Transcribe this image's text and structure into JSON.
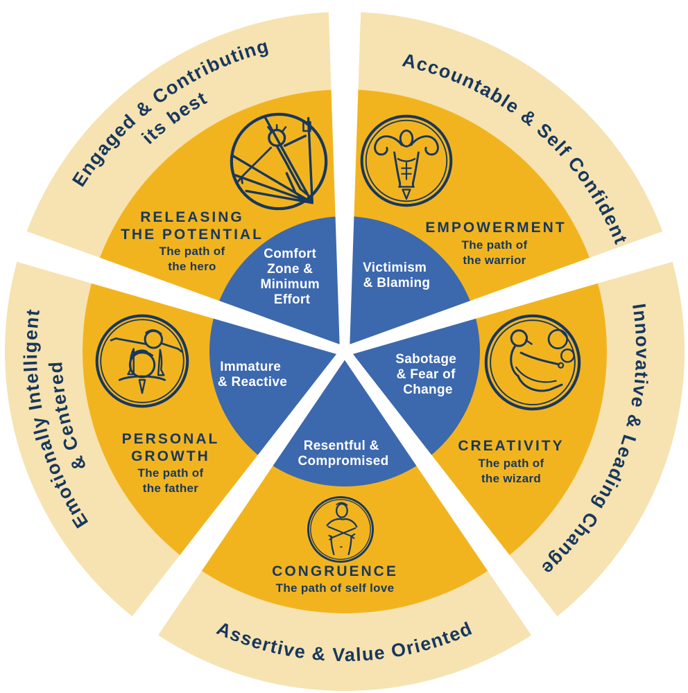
{
  "title": "Five paths leadership development wheel",
  "colors": {
    "cream": "#F6E3B1",
    "yellow": "#F2B41E",
    "blue": "#3C68AE",
    "navy": "#17375E",
    "white": "#FFFFFF"
  },
  "sectors": {
    "hero": {
      "outer_label_line1": "Engaged & Contributing",
      "outer_label_line2": "its best",
      "title_line1": "RELEASING",
      "title_line2": "THE POTENTIAL",
      "sub_line1": "The path of",
      "sub_line2": "the hero",
      "icon": "hero-zipline-icon",
      "inner_line1": "Comfort",
      "inner_line2": "Zone &",
      "inner_line3": "Minimum",
      "inner_line4": "Effort"
    },
    "warrior": {
      "outer_label": "Accountable & Self Confident",
      "title_line1": "EMPOWERMENT",
      "sub_line1": "The path of",
      "sub_line2": "the warrior",
      "icon": "warrior-flex-icon",
      "inner_line1": "Victimism",
      "inner_line2": "& Blaming"
    },
    "wizard": {
      "outer_label": "Innovative & Leading Change",
      "title_line1": "CREATIVITY",
      "sub_line1": "The path of",
      "sub_line2": "the wizard",
      "icon": "wizard-bubbles-icon",
      "inner_line1": "Sabotage",
      "inner_line2": "& Fear of",
      "inner_line3": "Change"
    },
    "selflove": {
      "outer_label": "Assertive & Value Oriented",
      "title_line1": "CONGRUENCE",
      "sub_line1": "The path of self love",
      "icon": "self-hug-icon",
      "inner_line1": "Resentful &",
      "inner_line2": "Compromised"
    },
    "father": {
      "outer_label_line1": "Emotionally Intelligent",
      "outer_label_line2": "& Centered",
      "title_line1": "PERSONAL",
      "title_line2": "GROWTH",
      "sub_line1": "The path of",
      "sub_line2": "the father",
      "icon": "father-child-icon",
      "inner_line1": "Immature",
      "inner_line2": "& Reactive"
    }
  }
}
